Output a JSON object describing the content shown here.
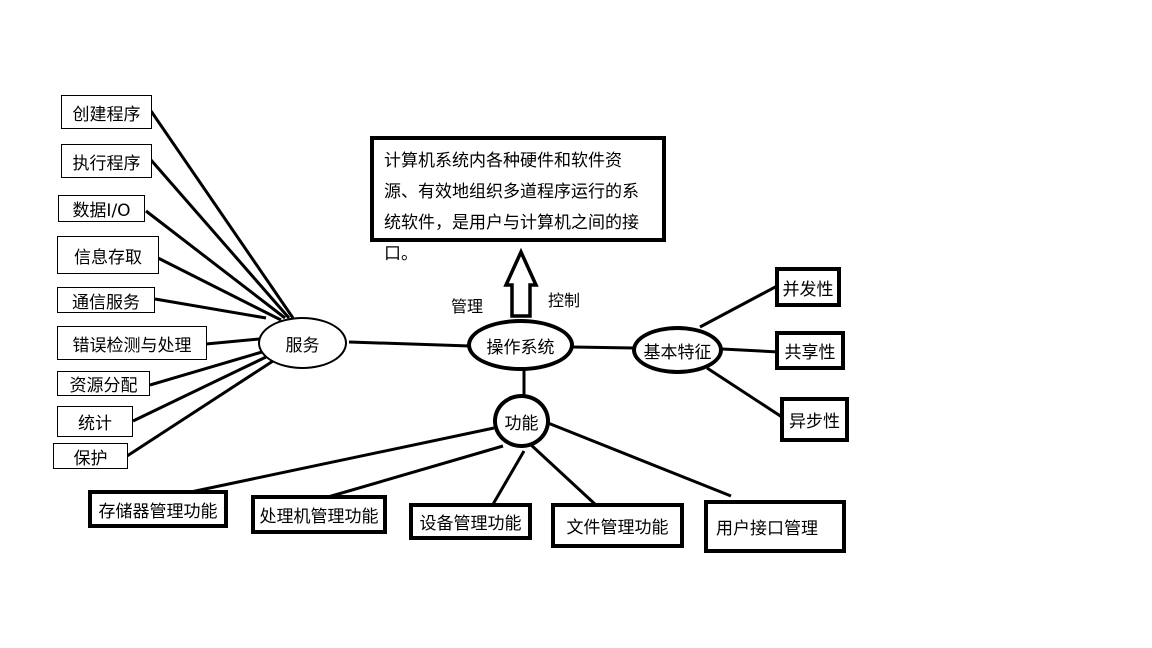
{
  "definition": "计算机系统内各种硬件和软件资源、有效地组织多道程序运行的系统软件，是用户与计算机之间的接口。",
  "arrow_labels": {
    "left": "管理",
    "right": "控制"
  },
  "center": {
    "label": "操作系统"
  },
  "services": {
    "label": "服务",
    "items": [
      "创建程序",
      "执行程序",
      "数据I/O",
      "信息存取",
      "通信服务",
      "错误检测与处理",
      "资源分配",
      "统计",
      "保护"
    ]
  },
  "features": {
    "label": "基本特征",
    "items": [
      "并发性",
      "共享性",
      "异步性"
    ]
  },
  "functions": {
    "label": "功能",
    "items": [
      "存储器管理功能",
      "处理机管理功能",
      "设备管理功能",
      "文件管理功能",
      "用户接口管理"
    ]
  }
}
